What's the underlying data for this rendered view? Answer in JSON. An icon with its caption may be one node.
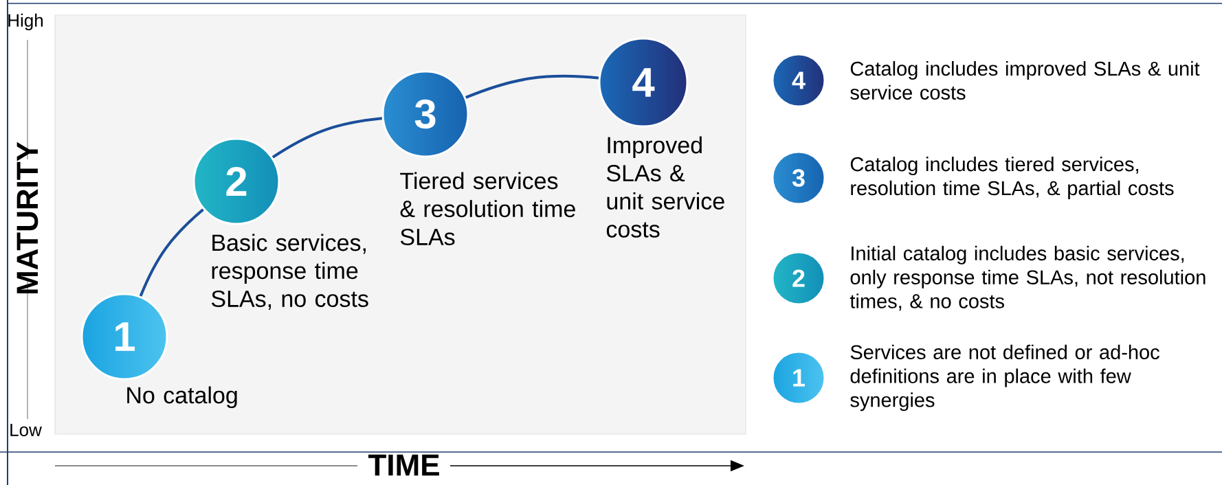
{
  "diagram": {
    "nodes": [
      {
        "text": [
          "1"
        ],
        "beside": [
          "No catalog"
        ]
      },
      {
        "text": [
          "2"
        ],
        "beside": [
          "Basic services, response time SLAs, no costs"
        ]
      },
      {
        "text": [
          "3"
        ],
        "beside": [
          "Tiered services & resolution time SLAs"
        ]
      },
      {
        "text": [
          "4"
        ],
        "beside": [
          "Improved SLAs & unit service costs"
        ]
      },
      {
        "text": [
          "4"
        ],
        "beside": [
          "Catalog includes improved SLAs & unit service costs"
        ]
      },
      {
        "text": [
          "3"
        ],
        "beside": [
          "Catalog includes tiered services, resolution time SLAs, & partial costs"
        ]
      },
      {
        "text": [
          "2"
        ],
        "beside": [
          "Initial catalog includes basic services, only response time SLAs, not resolution times, & no costs"
        ]
      },
      {
        "text": [
          "1"
        ],
        "beside": [
          "Services are not defined or ad-hoc definitions are in place with few synergies"
        ]
      }
    ],
    "edges": [
      {
        "from": 0,
        "to": 1,
        "arrow": "none"
      },
      {
        "from": 1,
        "to": 2,
        "arrow": "none"
      },
      {
        "from": 2,
        "to": 3,
        "arrow": "none"
      }
    ],
    "labels": [
      "High",
      "MATURITY",
      "Low",
      "TIME"
    ]
  }
}
